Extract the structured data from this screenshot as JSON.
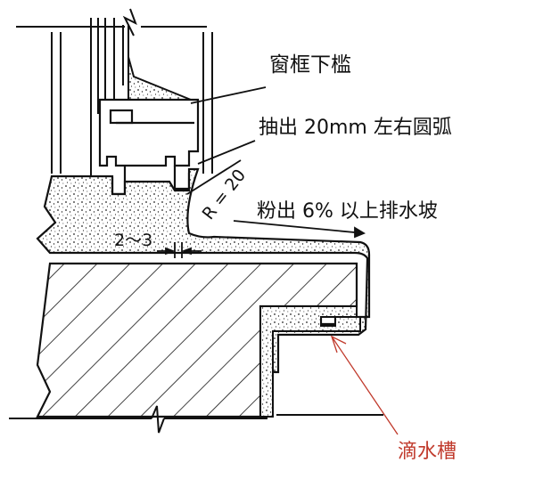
{
  "labels": {
    "sill_frame": "窗框下槛",
    "arc_note": "抽出 20mm 左右圆弧",
    "radius": "R = 20",
    "slope_note": "粉出 6% 以上排水坡",
    "gap": "2～3",
    "drip_groove": "滴水槽"
  },
  "colors": {
    "line": "#111111",
    "callout": "#c0392b",
    "background": "#ffffff"
  }
}
